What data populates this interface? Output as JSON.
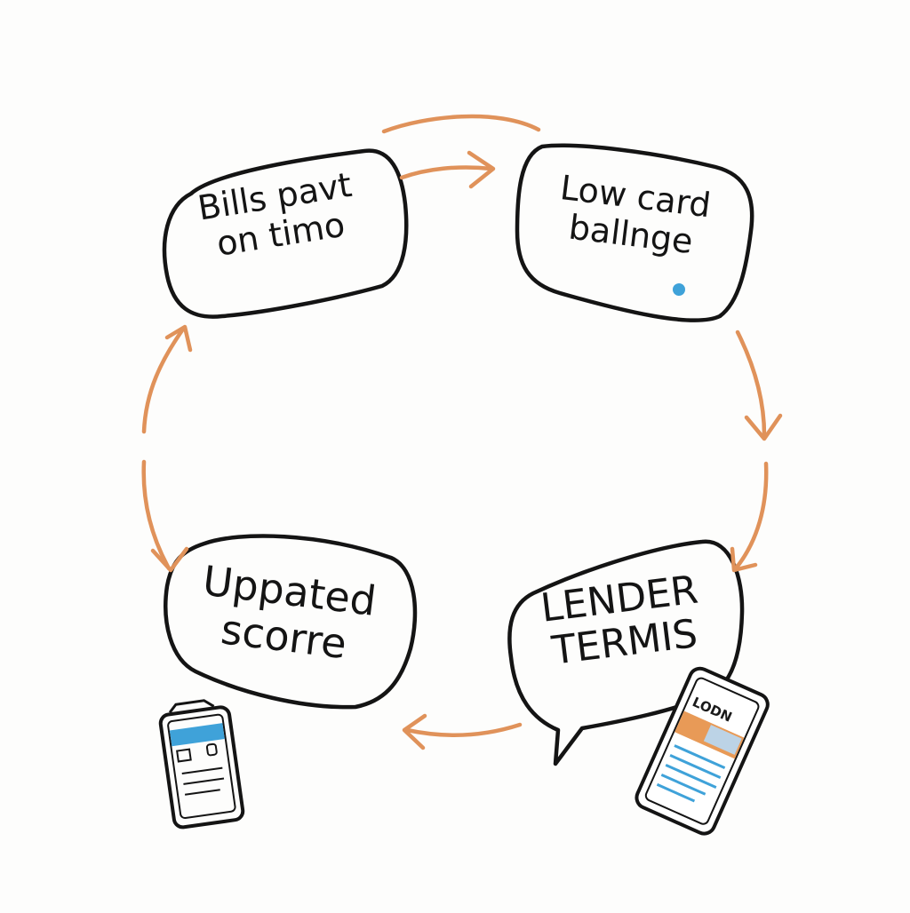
{
  "diagram": {
    "nodes": [
      {
        "id": "bills",
        "label": "Bills pavt\non timo"
      },
      {
        "id": "card",
        "label": "Low card\nballnge"
      },
      {
        "id": "lender",
        "label": "LENDER\nTERMIS"
      },
      {
        "id": "score",
        "label": "Uppated\nscorre"
      }
    ],
    "edges": [
      {
        "from": "bills",
        "to": "card"
      },
      {
        "from": "card",
        "to": "lender"
      },
      {
        "from": "lender",
        "to": "score"
      },
      {
        "from": "score",
        "to": "bills"
      }
    ],
    "phone_right_text": "LODN",
    "colors": {
      "arrow": "#e0925a",
      "stroke": "#141414",
      "accent_blue": "#3fa2d9",
      "accent_orange": "#e89a57"
    },
    "icons": [
      "tablet-icon",
      "loan-phone-icon"
    ]
  }
}
